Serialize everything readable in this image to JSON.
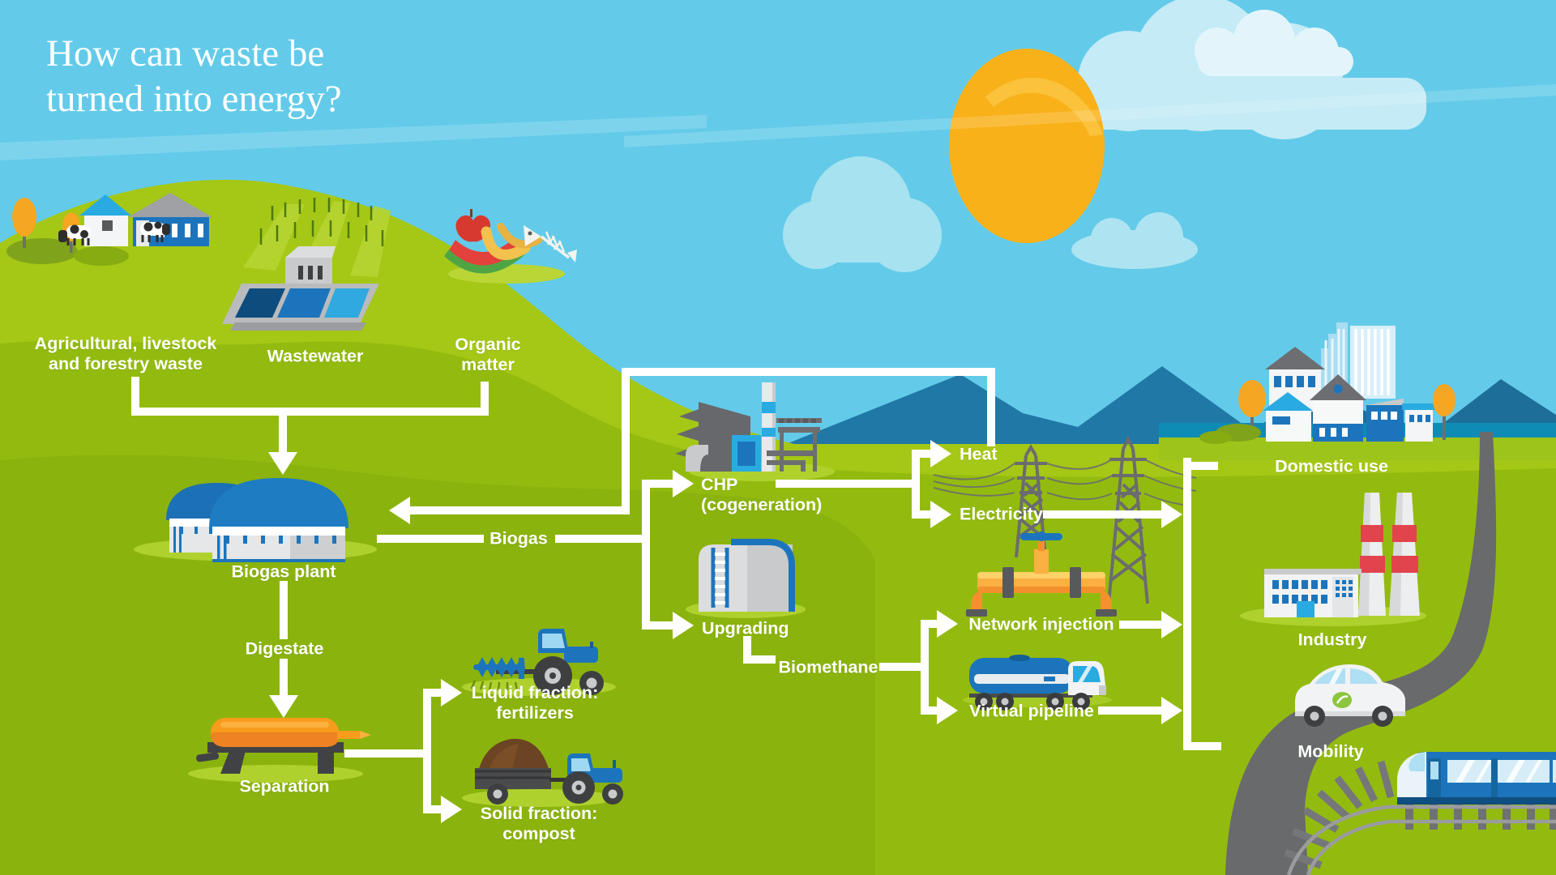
{
  "title": "How can waste be\nturned into energy?",
  "palette": {
    "sky": "#63CBE9",
    "cloud_light": "#A7E2F1",
    "cloud_lighter": "#C5EBF6",
    "sun": "#F9B11A",
    "mountain_blue": "#2078A6",
    "teal_band": "#0F8CB6",
    "hill_light_green": "#A5C716",
    "grass_green": "#93BB0F",
    "grass_dark": "#8BB30D",
    "flow_line_white": "#FFFFFF",
    "accent_blue": "#1C75BC",
    "accent_cyan": "#29ABE2",
    "accent_orange": "#F89C1C",
    "accent_yellow": "#FBB042",
    "accent_red": "#E2444D",
    "road_gray": "#696A6C"
  },
  "nodes": {
    "agricultural_waste": {
      "label": "Agricultural, livestock\nand forestry waste",
      "icon": "farm-icon"
    },
    "wastewater": {
      "label": "Wastewater",
      "icon": "wastewater-plant-icon"
    },
    "organic_matter": {
      "label": "Organic\nmatter",
      "icon": "food-waste-icon"
    },
    "biogas_plant": {
      "label": "Biogas plant",
      "icon": "biogas-tanks-icon"
    },
    "digestate": {
      "label": "Digestate"
    },
    "separation": {
      "label": "Separation",
      "icon": "separator-icon"
    },
    "liquid_fraction": {
      "label": "Liquid fraction:\nfertilizers",
      "icon": "tractor-harrow-icon"
    },
    "solid_fraction": {
      "label": "Solid fraction:\ncompost",
      "icon": "tractor-trailer-icon"
    },
    "biogas": {
      "label": "Biogas"
    },
    "chp": {
      "label": "CHP\n(cogeneration)",
      "icon": "chp-factory-icon"
    },
    "upgrading": {
      "label": "Upgrading",
      "icon": "upgrading-tank-icon"
    },
    "biomethane": {
      "label": "Biomethane"
    },
    "heat": {
      "label": "Heat"
    },
    "electricity": {
      "label": "Electricity",
      "icon": "power-lines-icon"
    },
    "network_injection": {
      "label": "Network injection",
      "icon": "gas-pipeline-icon"
    },
    "virtual_pipeline": {
      "label": "Virtual pipeline",
      "icon": "tanker-truck-icon"
    },
    "domestic_use": {
      "label": "Domestic use",
      "icon": "town-icon"
    },
    "industry": {
      "label": "Industry",
      "icon": "factory-icon"
    },
    "mobility": {
      "label": "Mobility",
      "icon": "car-icon"
    }
  }
}
